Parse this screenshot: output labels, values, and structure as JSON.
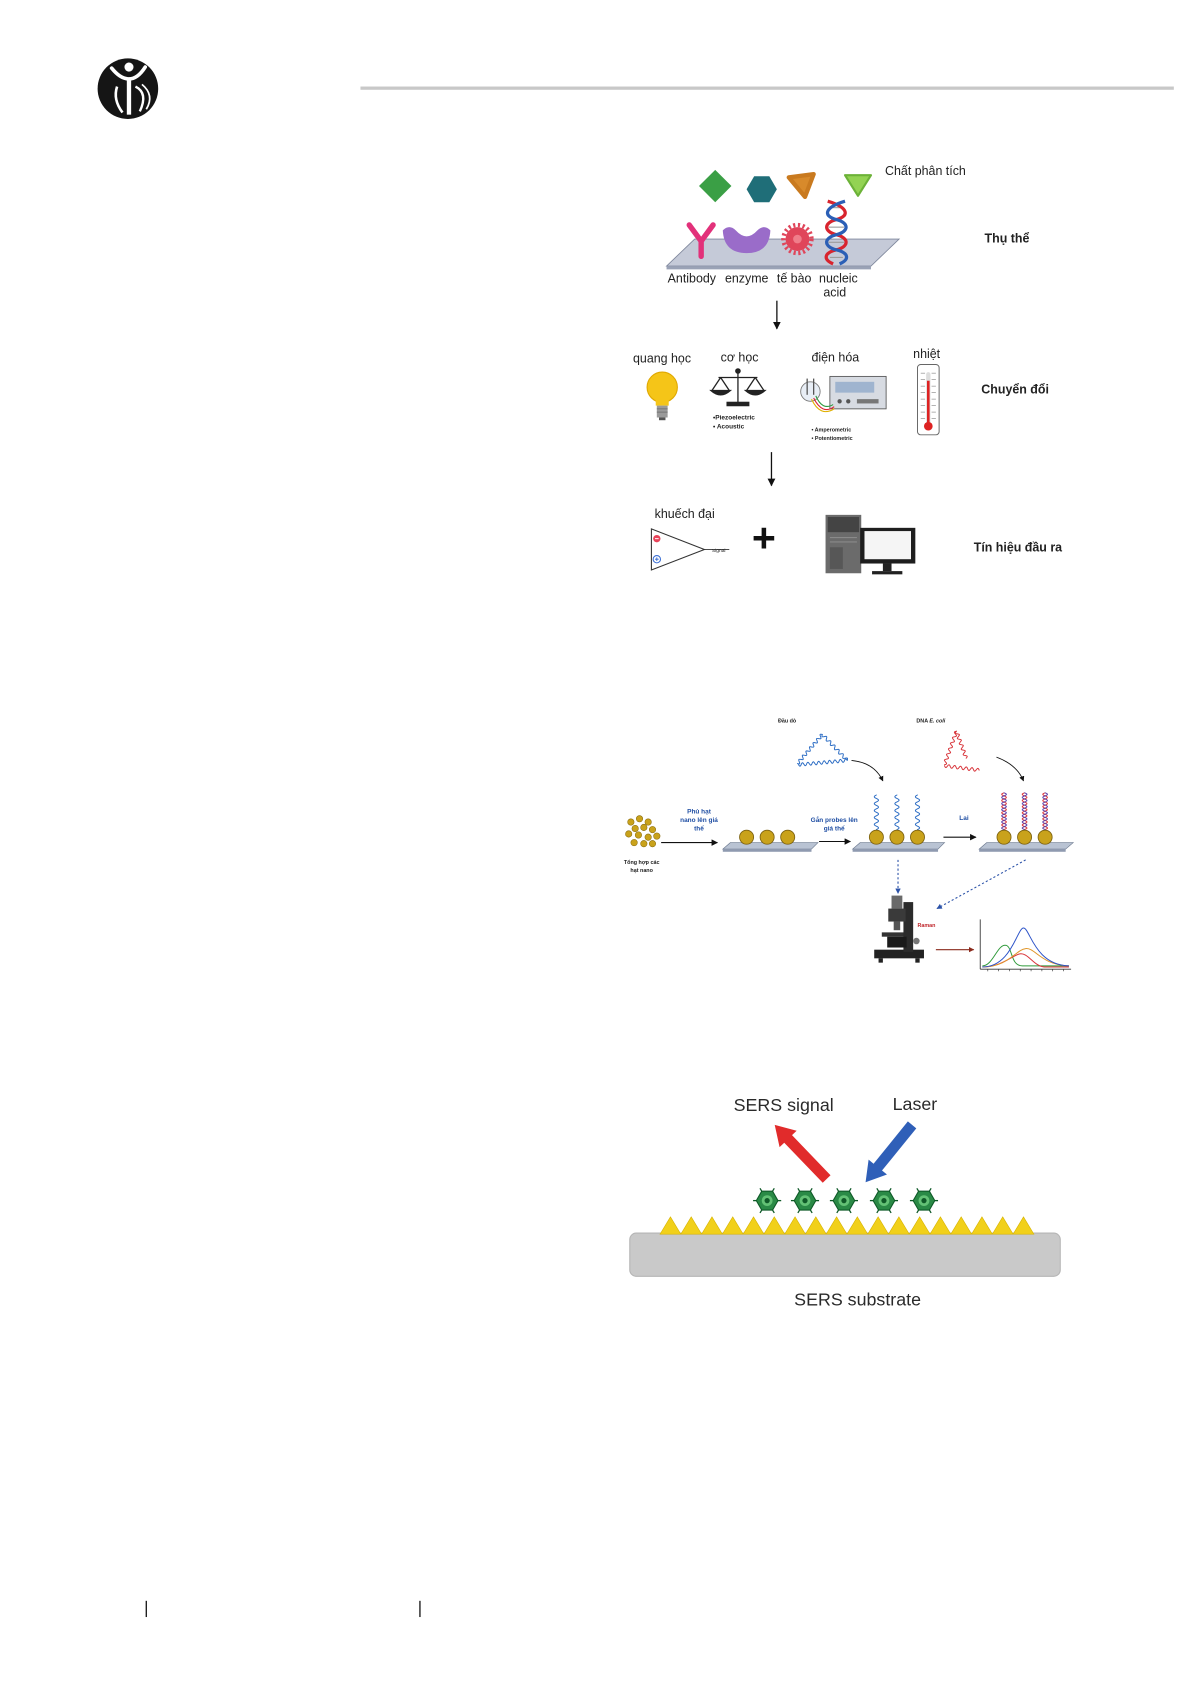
{
  "colors": {
    "analyte_diamond": "#3a9f45",
    "analyte_hexagon": "#1f6e78",
    "analyte_triangle_orange": "#d88a2b",
    "analyte_triangle_green": "#93d353",
    "probe_text": "#1f4ea3",
    "raman_text": "#c0282d",
    "sers_signal_arrow": "#e12b2b",
    "laser_arrow": "#2f5fb8",
    "sers_spikes": "#f1d01a",
    "header_rule": "#c8c8c8"
  },
  "figure_biosensor": {
    "analyte_label": "Chất phân tích",
    "receptor_label": "Thụ thể",
    "receptor_items": {
      "antibody": "Antibody",
      "enzyme": "enzyme",
      "cell": "tế bào",
      "nucleic_acid_line1": "nucleic",
      "nucleic_acid_line2": "acid"
    },
    "transducer_label": "Chuyển đổi",
    "transducers": {
      "optical": "quang học",
      "mechanical": "cơ học",
      "electrochemical": "điện hóa",
      "thermal": "nhiệt"
    },
    "mechanical_types": [
      "•Piezoelectric",
      "• Acoustic"
    ],
    "electrochemical_types": [
      "• Amperometric",
      "• Potentiometric"
    ],
    "amplifier_label": "khuếch đại",
    "amplifier_signal": "Signal",
    "plus_sign": "+",
    "output_label": "Tín hiệu đầu ra"
  },
  "figure_dna_sensor": {
    "probe_label": "Đầu dò",
    "target_label_prefix": "DNA ",
    "target_label_species": "E. coli",
    "step_synthesis": [
      "Tổng hợp các",
      "hạt nano"
    ],
    "step_coat": [
      "Phủ hạt",
      "nano lên giá",
      "thể"
    ],
    "step_attach": [
      "Gắn probes lên",
      "giá thể"
    ],
    "step_hybridize": "Lai",
    "detection_label": "Raman"
  },
  "figure_sers": {
    "signal_label": "SERS signal",
    "laser_label": "Laser",
    "substrate_label": "SERS substrate"
  }
}
